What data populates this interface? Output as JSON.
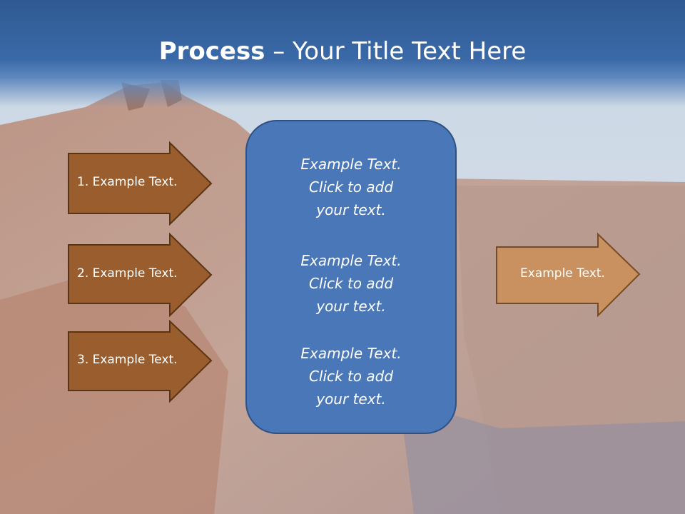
{
  "title": {
    "bold": "Process",
    "rest": " – Your Title Text Here"
  },
  "inputs": [
    {
      "label": "1. Example Text."
    },
    {
      "label": "2. Example Text."
    },
    {
      "label": "3. Example Text."
    }
  ],
  "center": {
    "blocks": [
      {
        "line1": "Example Text.",
        "line2": "Click  to add",
        "line3": "your text."
      },
      {
        "line1": "Example Text.",
        "line2": "Click  to add",
        "line3": "your text."
      },
      {
        "line1": "Example Text.",
        "line2": "Click  to add",
        "line3": "your text."
      }
    ]
  },
  "output": {
    "label": "Example Text."
  },
  "colors": {
    "input_arrow": "#9a5e2e",
    "output_arrow": "#c99060",
    "center_box": "#4a77b7",
    "title_bar": "#3a69a8"
  }
}
